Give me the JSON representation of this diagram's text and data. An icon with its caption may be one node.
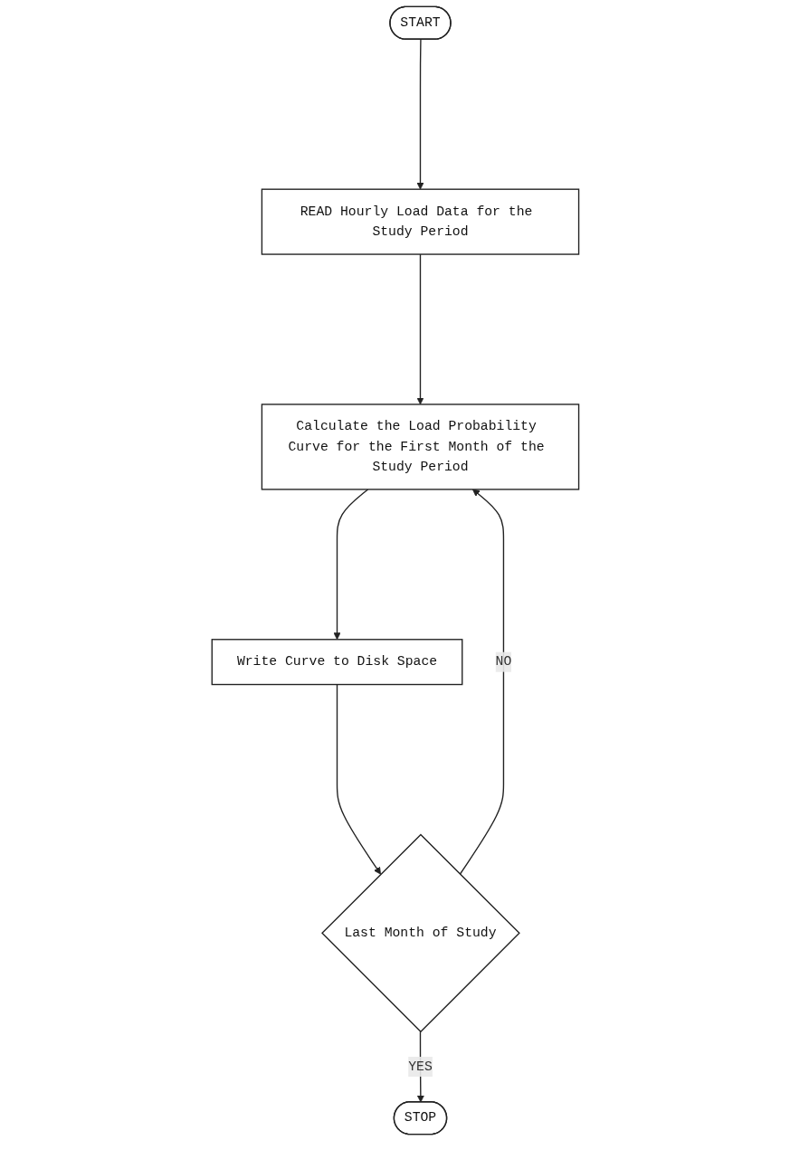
{
  "diagram": {
    "nodes": [
      {
        "text": [
          "START"
        ]
      },
      {
        "text": [
          "READ Hourly Load Data for the Study Period"
        ]
      },
      {
        "text": [
          "Calculate the Load Probability Curve for the First Month of the Study Period"
        ]
      },
      {
        "text": [
          "Write Curve to Disk Space"
        ]
      },
      {
        "text": [
          "Last Month of Study"
        ]
      },
      {
        "text": [
          "STOP"
        ]
      }
    ],
    "edges": [
      {
        "from": 0,
        "to": 1,
        "arrow": "to"
      },
      {
        "from": 1,
        "to": 2,
        "arrow": "to"
      },
      {
        "from": 2,
        "to": 3,
        "arrow": "to"
      },
      {
        "from": 3,
        "to": 4,
        "arrow": "to"
      },
      {
        "from": 4,
        "to": 2,
        "label": "NO",
        "arrow": "to"
      },
      {
        "from": 4,
        "to": 5,
        "label": "YES",
        "arrow": "to"
      }
    ]
  }
}
